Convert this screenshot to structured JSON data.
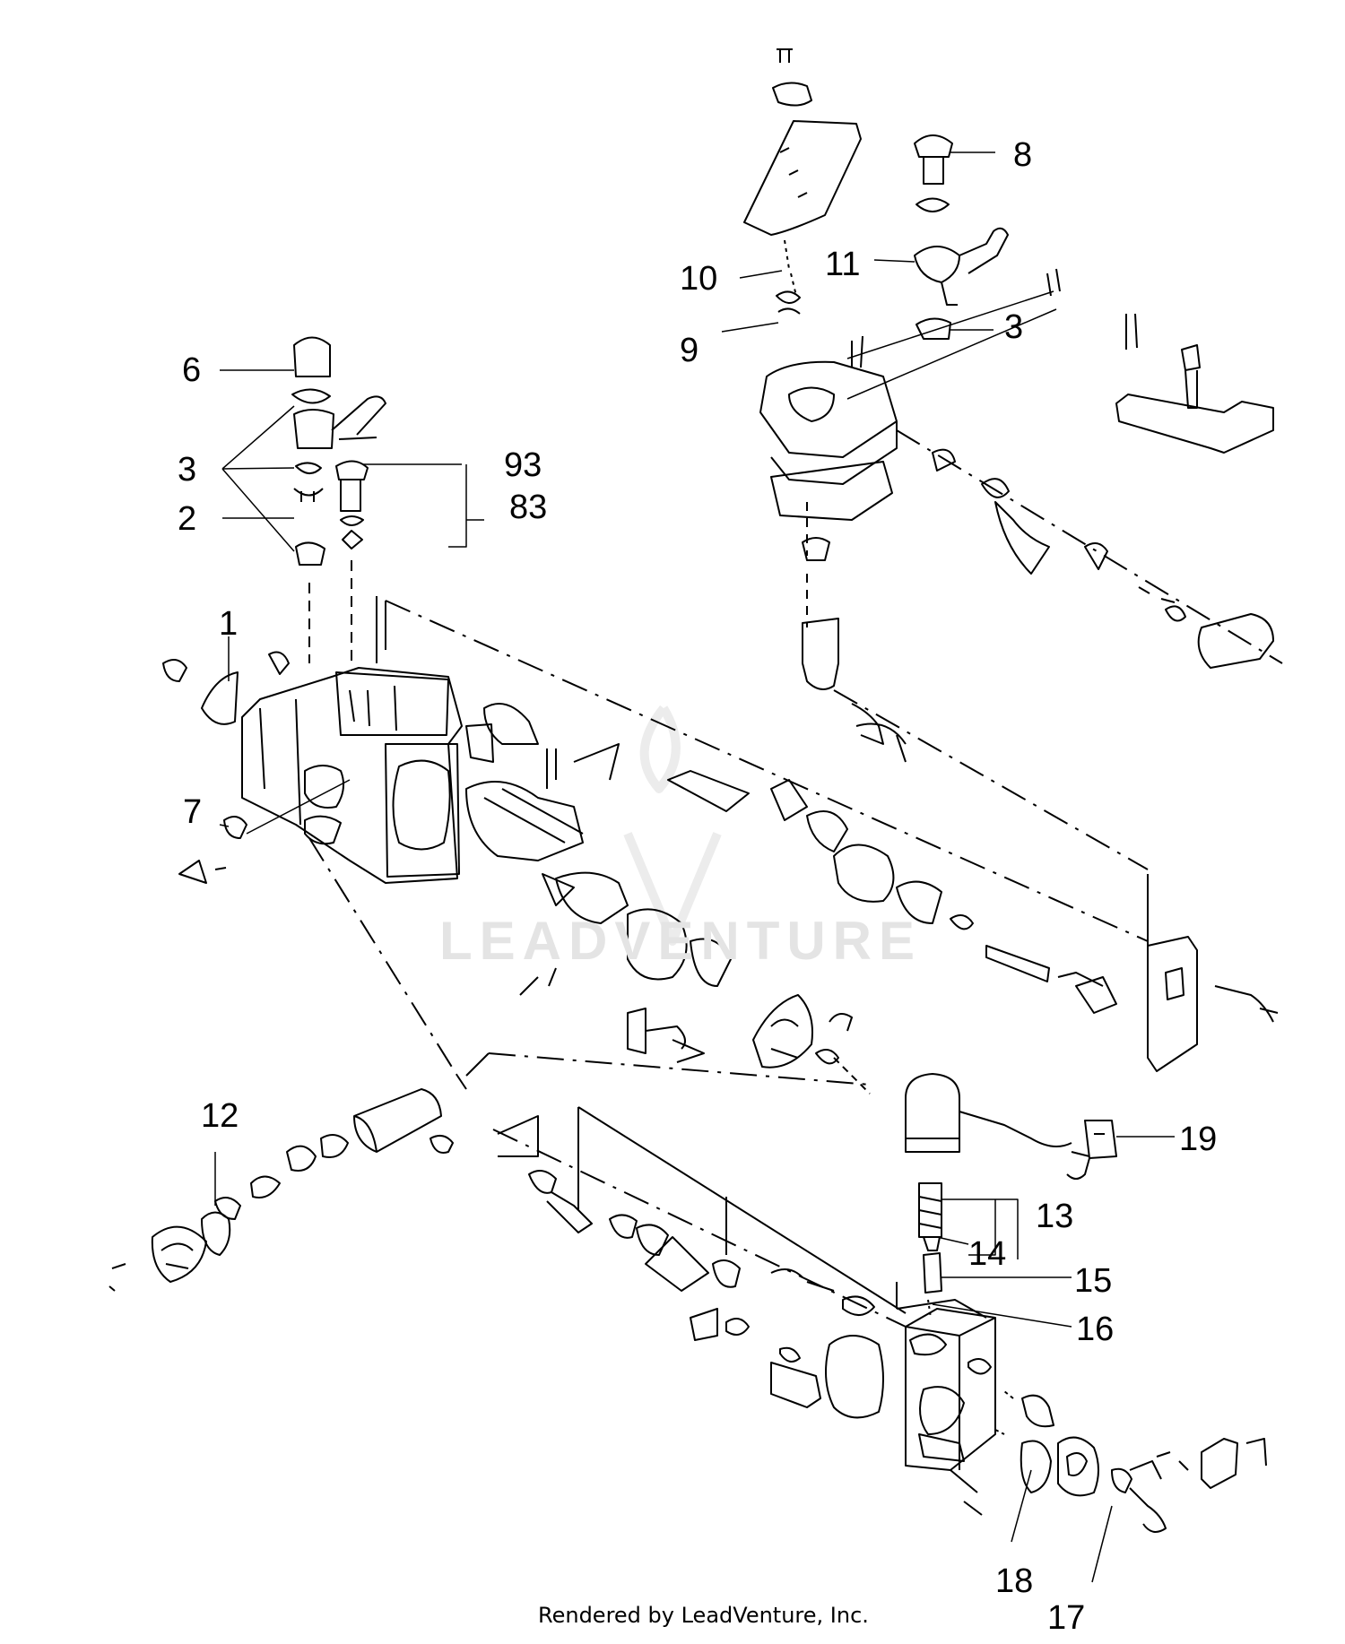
{
  "diagram": {
    "callouts": [
      "1",
      "2",
      "3",
      "3",
      "3",
      "6",
      "7",
      "8",
      "9",
      "10",
      "11",
      "12",
      "13",
      "14",
      "15",
      "16",
      "17",
      "18",
      "19",
      "93",
      "83"
    ]
  },
  "watermark": "LEADVENTURE",
  "footer": {
    "credit": "Rendered by LeadVenture, Inc."
  }
}
